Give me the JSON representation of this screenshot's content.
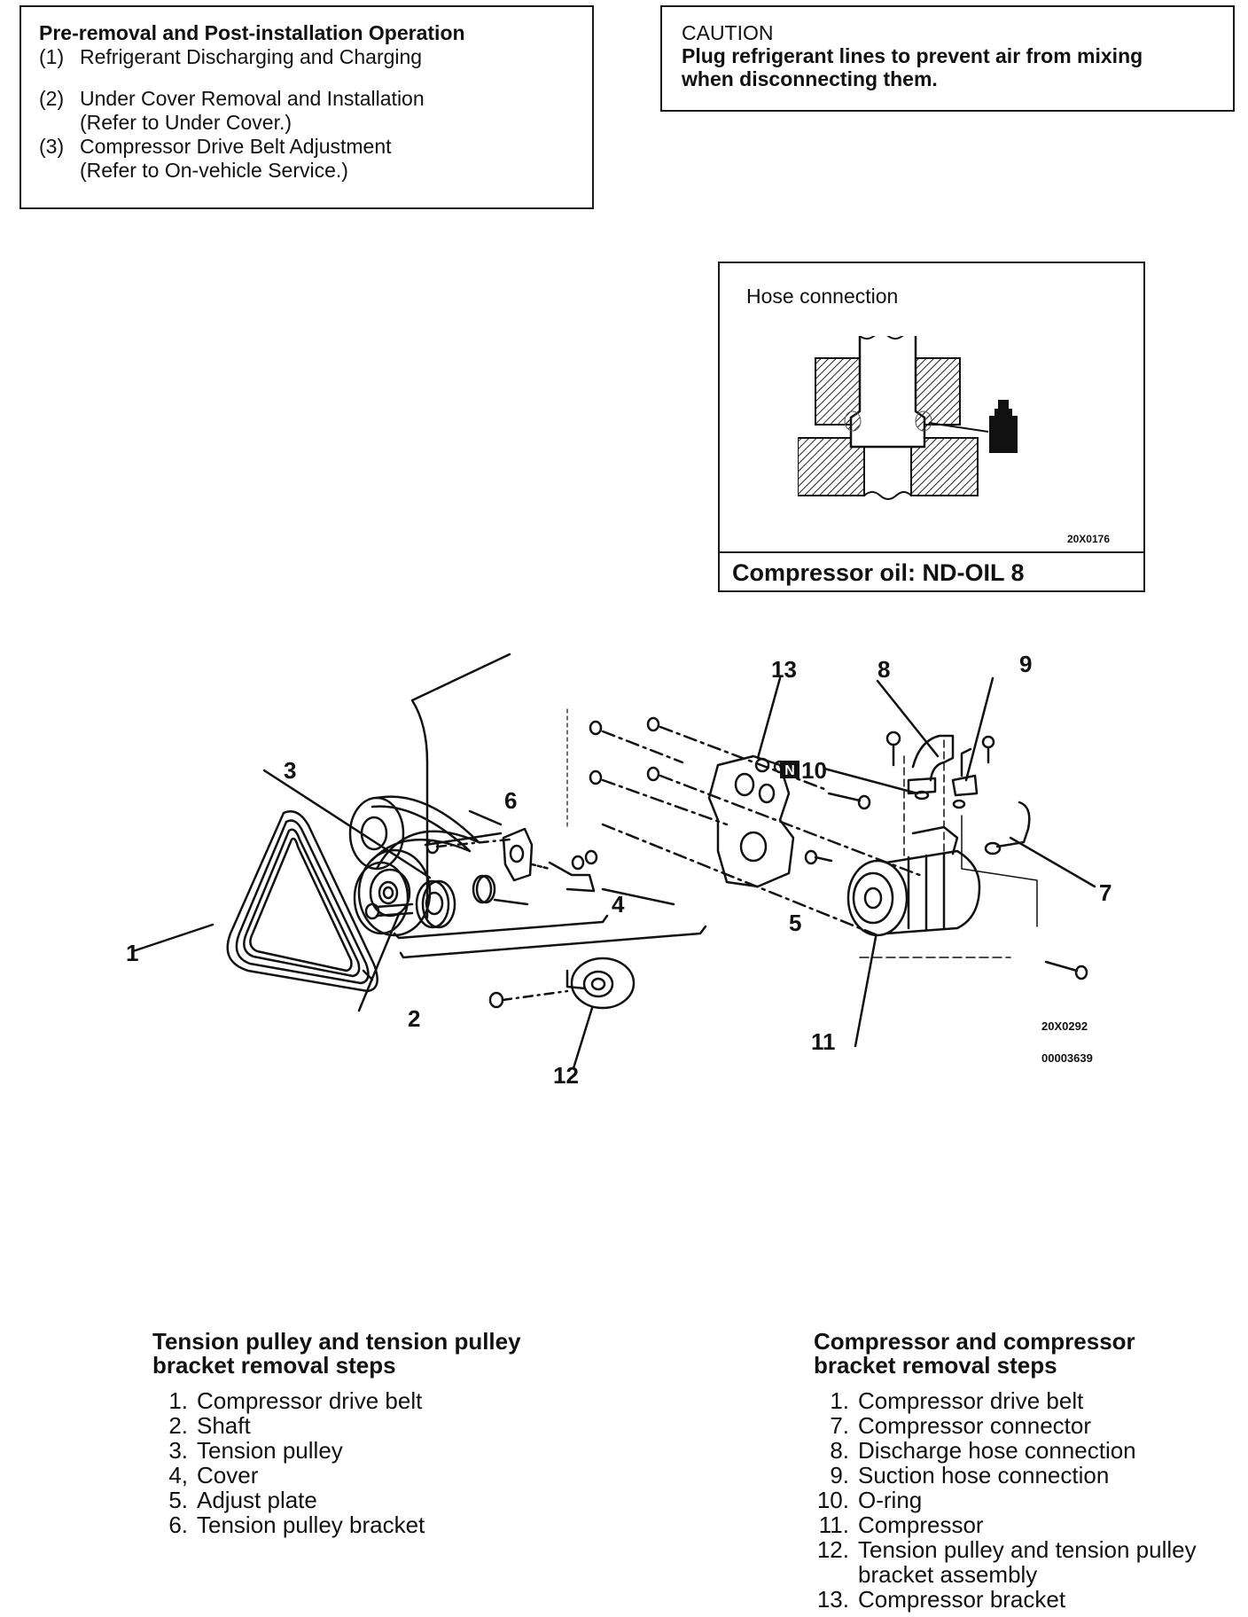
{
  "pre_removal": {
    "title": "Pre-removal and Post-installation Operation",
    "items": [
      {
        "num": "(1)",
        "text": "Refrigerant Discharging and Charging",
        "sub": ""
      },
      {
        "num": "(2)",
        "text": "Under Cover Removal and Installation",
        "sub": "(Refer to Under Cover.)"
      },
      {
        "num": "(3)",
        "text": "Compressor Drive Belt Adjustment",
        "sub": "(Refer to On-vehicle Service.)"
      }
    ]
  },
  "caution": {
    "title": "CAUTION",
    "line1": "Plug refrigerant lines to prevent air from mixing",
    "line2": "when disconnecting them."
  },
  "hose_connection": {
    "label": "Hose connection",
    "code": "20X0176",
    "footer": "Compressor oil: ND-OIL 8"
  },
  "diagram": {
    "callouts": {
      "c1": "1",
      "c2": "2",
      "c3": "3",
      "c4": "4",
      "c5": "5",
      "c6": "6",
      "c7": "7",
      "c8": "8",
      "c9": "9",
      "c10": "10",
      "c11": "11",
      "c12": "12",
      "c13": "13"
    },
    "n_mark": "N",
    "code1": "20X0292",
    "code2": "00003639"
  },
  "left_steps": {
    "heading1": "Tension pulley and tension pulley",
    "heading2": "bracket removal steps",
    "items": [
      {
        "n": "1.",
        "t": "Compressor drive belt"
      },
      {
        "n": "2.",
        "t": "Shaft"
      },
      {
        "n": "3.",
        "t": "Tension pulley"
      },
      {
        "n": "4,",
        "t": "Cover"
      },
      {
        "n": "5.",
        "t": "Adjust plate"
      },
      {
        "n": "6.",
        "t": "Tension pulley bracket"
      }
    ]
  },
  "right_steps": {
    "heading1": "Compressor and compressor",
    "heading2": "bracket removal steps",
    "items": [
      {
        "n": "1.",
        "t": "Compressor drive belt"
      },
      {
        "n": "7.",
        "t": "Compressor connector"
      },
      {
        "n": "8.",
        "t": "Discharge hose connection"
      },
      {
        "n": "9.",
        "t": "Suction hose connection"
      },
      {
        "n": "10.",
        "t": "O-ring"
      },
      {
        "n": "11.",
        "t": "Compressor"
      },
      {
        "n": "12.",
        "t": "Tension pulley and tension pulley"
      },
      {
        "n": "",
        "t": "bracket assembly"
      },
      {
        "n": "13.",
        "t": "Compressor bracket"
      }
    ]
  }
}
